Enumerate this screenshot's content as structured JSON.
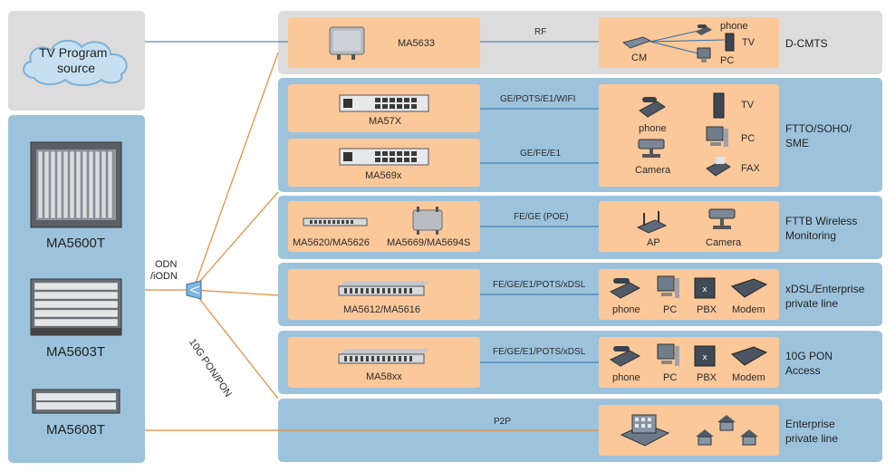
{
  "source": {
    "line1": "TV Program",
    "line2": "source"
  },
  "olts": [
    "MA5600T",
    "MA5603T",
    "MA5608T"
  ],
  "odn": {
    "line1": "ODN",
    "line2": "/iODN"
  },
  "pon_label": "10G PON/PON",
  "rows": [
    {
      "device": "MA5633",
      "link": "RF",
      "terminals": [
        "phone",
        "TV",
        "CM",
        "PC"
      ],
      "scenario": "D-CMTS"
    },
    {
      "devices": [
        "MA57X",
        "MA569x"
      ],
      "links": [
        "GE/POTS/E1/WIFI",
        "GE/FE/E1"
      ],
      "terminals": [
        "phone",
        "TV",
        "PC",
        "Camera",
        "FAX"
      ],
      "scenario_lines": [
        "FTTO/SOHO/",
        "SME"
      ]
    },
    {
      "devices": [
        "MA5620/MA5626",
        "MA5669/MA5694S"
      ],
      "link": "FE/GE (POE)",
      "terminals": [
        "AP",
        "Camera"
      ],
      "scenario_lines": [
        "FTTB Wireless",
        "Monitoring"
      ]
    },
    {
      "device": "MA5612/MA5616",
      "link": "FE/GE/E1/POTS/xDSL",
      "terminals": [
        "phone",
        "PC",
        "PBX",
        "Modem"
      ],
      "scenario_lines": [
        "xDSL/Enterprise",
        "private line"
      ]
    },
    {
      "device": "MA58xx",
      "link": "FE/GE/E1/POTS/xDSL",
      "terminals": [
        "phone",
        "PC",
        "PBX",
        "Modem"
      ],
      "scenario_lines": [
        "10G PON",
        "Access"
      ]
    },
    {
      "link": "P2P",
      "scenario_lines": [
        "Enterprise",
        "private line"
      ]
    }
  ],
  "colors": {
    "gray_panel": "#dcdcdc",
    "blue_panel": "#9dc3dc",
    "orange_box": "#fbc89a",
    "fiber": "#e8883a",
    "link_line": "#2f6ea4"
  }
}
